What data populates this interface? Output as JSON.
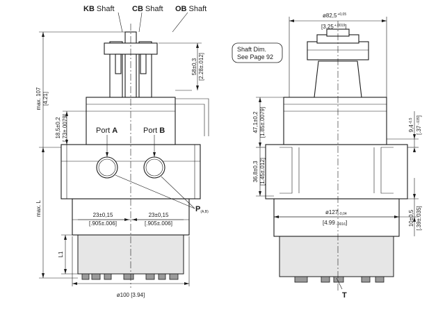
{
  "shaft_labels": {
    "kb": {
      "code": "KB",
      "word": "Shaft"
    },
    "cb": {
      "code": "CB",
      "word": "Shaft"
    },
    "ob": {
      "code": "OB",
      "word": "Shaft"
    }
  },
  "note": {
    "line1": "Shaft Dim.",
    "line2": "See Page 92"
  },
  "ports": {
    "a": {
      "word": "Port",
      "code": "A"
    },
    "b": {
      "word": "Port",
      "code": "B"
    },
    "p": {
      "code": "P",
      "sub": "(A,B)"
    }
  },
  "left_view": {
    "max_height": {
      "mm": "max. 107",
      "inch": "[4.21]"
    },
    "length": {
      "mm": "max. L"
    },
    "flange_offset": {
      "mm": "18,5±0,2",
      "inch": "[.73±.0079]"
    },
    "shaft_length": {
      "mm": "58±0,3",
      "inch": "[2.28±.012]"
    },
    "l1": {
      "mm": "L1"
    },
    "port_pos_a": {
      "mm": "23±0,15",
      "inch": "[.905±.006]"
    },
    "port_pos_b": {
      "mm": "23±0,15",
      "inch": "[.905±.006]"
    },
    "body_diameter": {
      "mm": "ø100 [3.94]"
    }
  },
  "right_view": {
    "pilot_diameter": {
      "mm": "ø82,5",
      "tol": "+0,05",
      "inch": "[3.25",
      "inch_tol": "+.0019",
      "inch_close": "]"
    },
    "flange_to_face": {
      "mm": "47,1±0,2",
      "inch": "[1.85±.0079]"
    },
    "flange_thickness": {
      "mm": "36,8±0,3",
      "inch": "[1.45±.012]"
    },
    "recess": {
      "mm": "9,4",
      "tol": "-0,5",
      "inch": "[.37",
      "inch_tol": "-.035",
      "inch_close": "]"
    },
    "mount_diameter": {
      "mm": "ø127",
      "tol": "-0,04",
      "inch": "[4.99",
      "inch_tol": "-.0016",
      "inch_close": "]"
    },
    "mount_depth": {
      "mm": "10±0,5",
      "inch": "[.39±.035]"
    },
    "tap": {
      "code": "T"
    }
  }
}
